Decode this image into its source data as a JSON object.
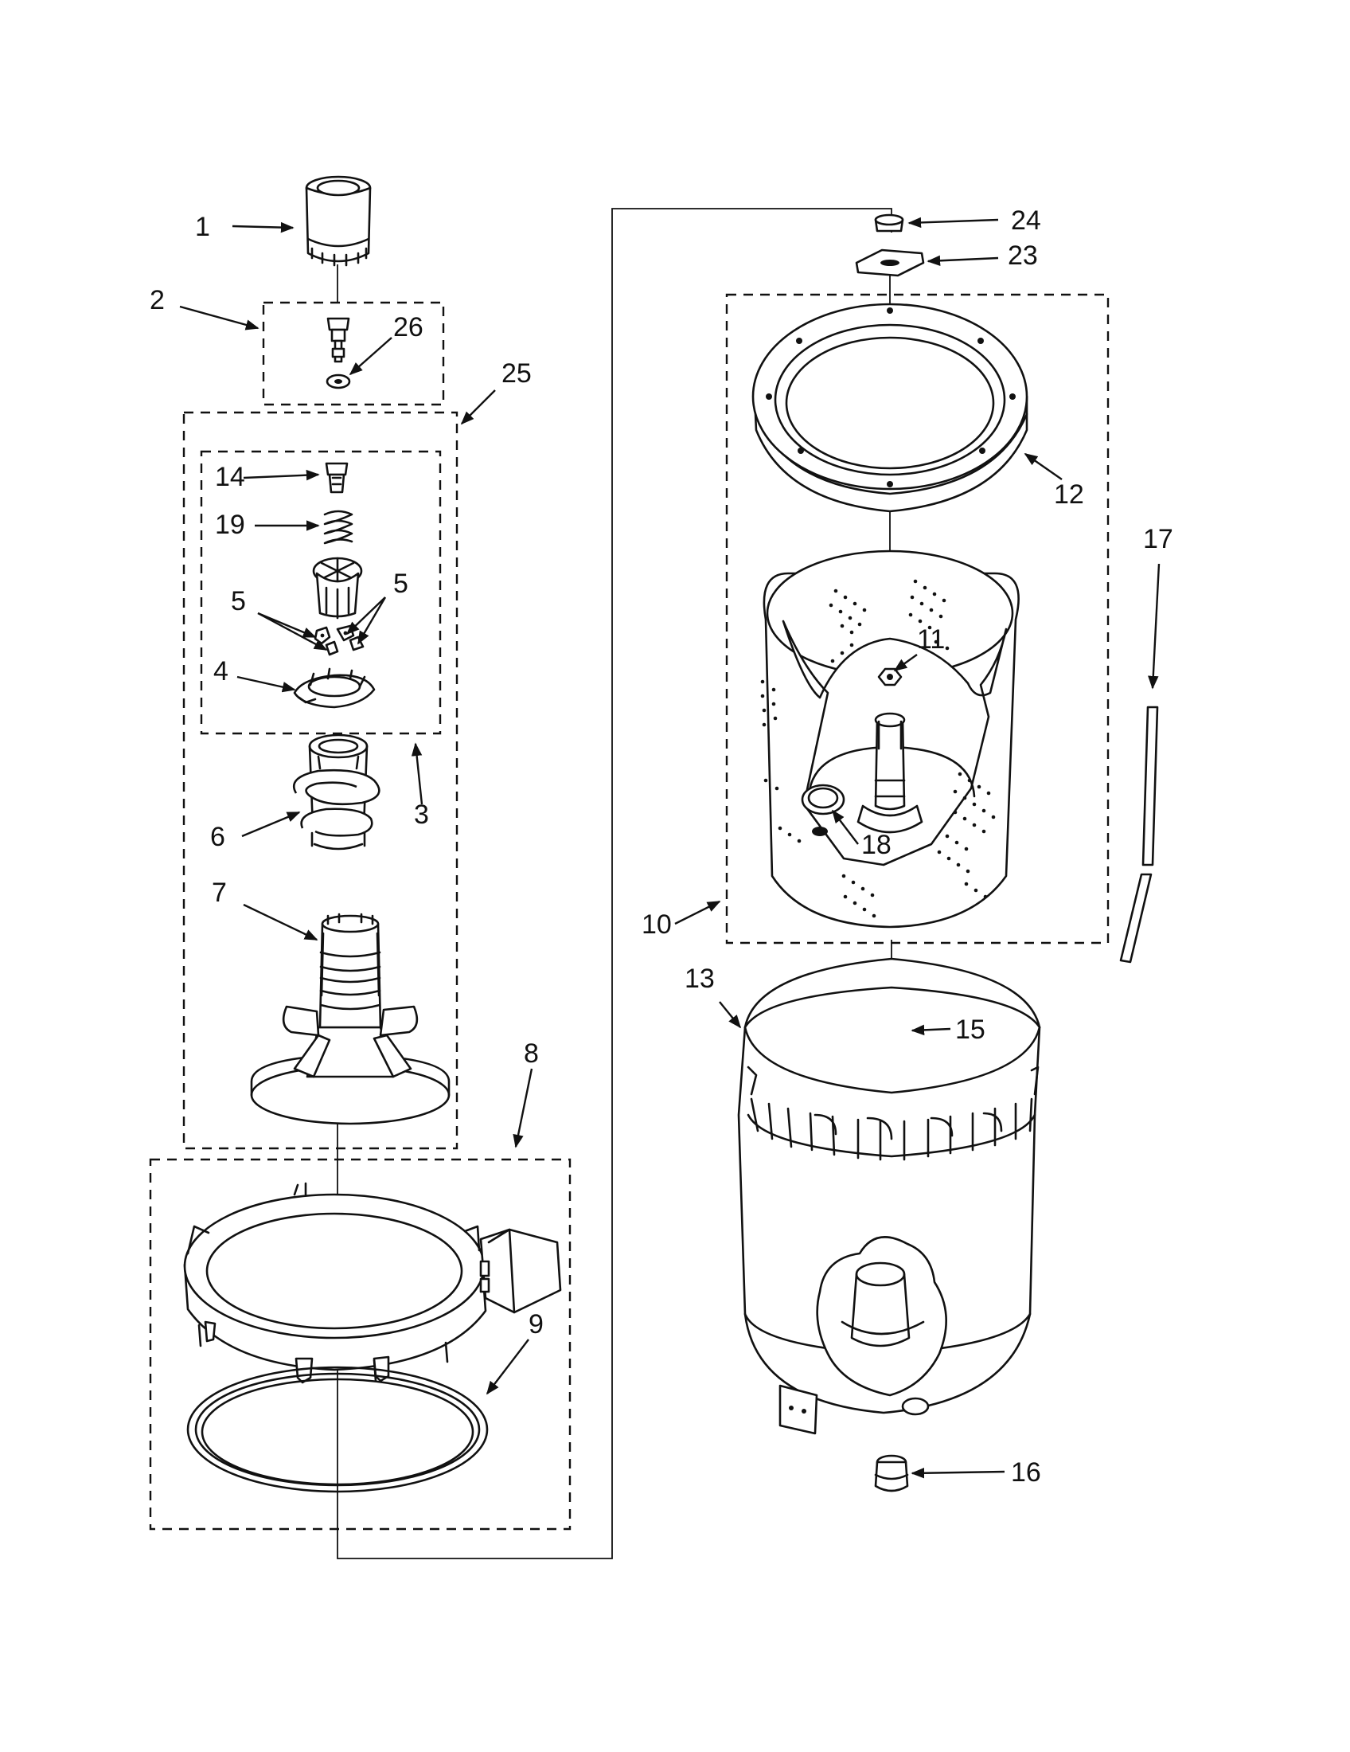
{
  "callouts": {
    "c1": "1",
    "c2": "2",
    "c3": "3",
    "c4": "4",
    "c5a": "5",
    "c5b": "5",
    "c6": "6",
    "c7": "7",
    "c8": "8",
    "c9": "9",
    "c10": "10",
    "c11": "11",
    "c12": "12",
    "c13": "13",
    "c14": "14",
    "c15": "15",
    "c16": "16",
    "c17": "17",
    "c18": "18",
    "c19": "19",
    "c23": "23",
    "c24": "24",
    "c25": "25",
    "c26": "26"
  }
}
